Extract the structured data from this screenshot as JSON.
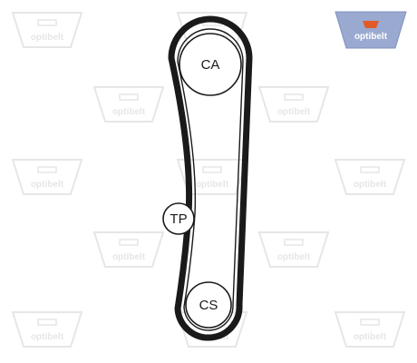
{
  "brand": {
    "name": "optibelt",
    "logo_bg": "#9aa9d0",
    "logo_mark": "#e25a2a"
  },
  "watermark": {
    "color": "#e6e6e6"
  },
  "belt": {
    "color": "#1a1a1a"
  },
  "pulleys": {
    "camshaft": {
      "label": "CA"
    },
    "tensioner": {
      "label": "TP"
    },
    "crankshaft": {
      "label": "CS"
    }
  }
}
